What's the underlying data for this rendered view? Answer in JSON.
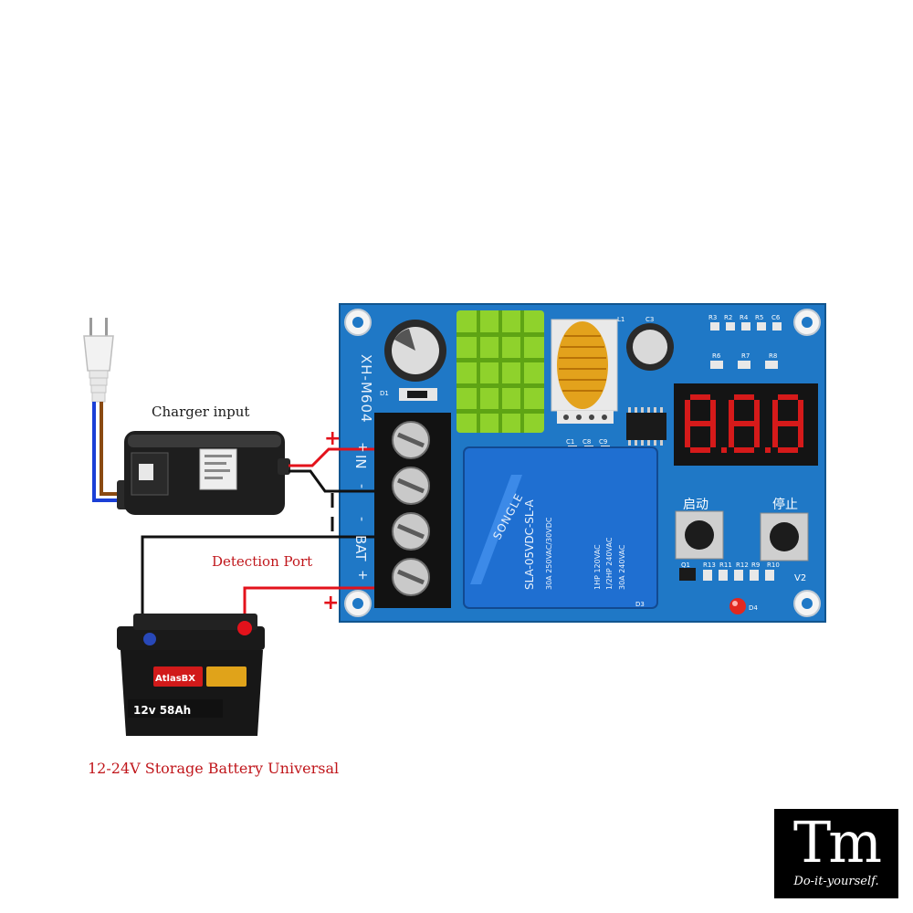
{
  "labels": {
    "charger_input": "Charger input",
    "detection_port": "Detection Port",
    "battery_caption": "12-24V Storage Battery Universal"
  },
  "board": {
    "model": "XH-M604",
    "terminal_in": "IN",
    "terminal_bat": "BAT",
    "plus": "+",
    "minus": "-",
    "display": "8.8.8",
    "start_button": "启动",
    "stop_button": "停止",
    "version": "V2",
    "relay_brand": "SONGLE",
    "relay_model": "SLA-05VDC-SL-A",
    "relay_ratings": [
      "30A 250VAC/30VDC",
      "1HP 120VAC",
      "1/2HP 240VAC",
      "30A 240VAC"
    ],
    "component_labels": [
      "R3",
      "R2",
      "R4",
      "R5",
      "C6",
      "R6",
      "R7",
      "R8",
      "C3",
      "L1",
      "D1",
      "C1",
      "C8",
      "C9",
      "Q1",
      "R13",
      "R11",
      "R12",
      "R9",
      "R10",
      "D3",
      "D4"
    ]
  },
  "wire_marks": {
    "charger_plus": "+",
    "battery_plus": "+"
  },
  "battery": {
    "brand": "AtlasBX",
    "spec": "12v 58Ah"
  },
  "logo": {
    "mark": "Tm",
    "tagline": "Do-it-yourself."
  },
  "colors": {
    "board": "#1f78c6",
    "relay": "#1f6fd1",
    "heatsink": "#8fd22c",
    "display_digits": "#d51a1a",
    "wire_red": "#e3121b",
    "wire_black": "#111111",
    "label_red": "#c0161b"
  }
}
